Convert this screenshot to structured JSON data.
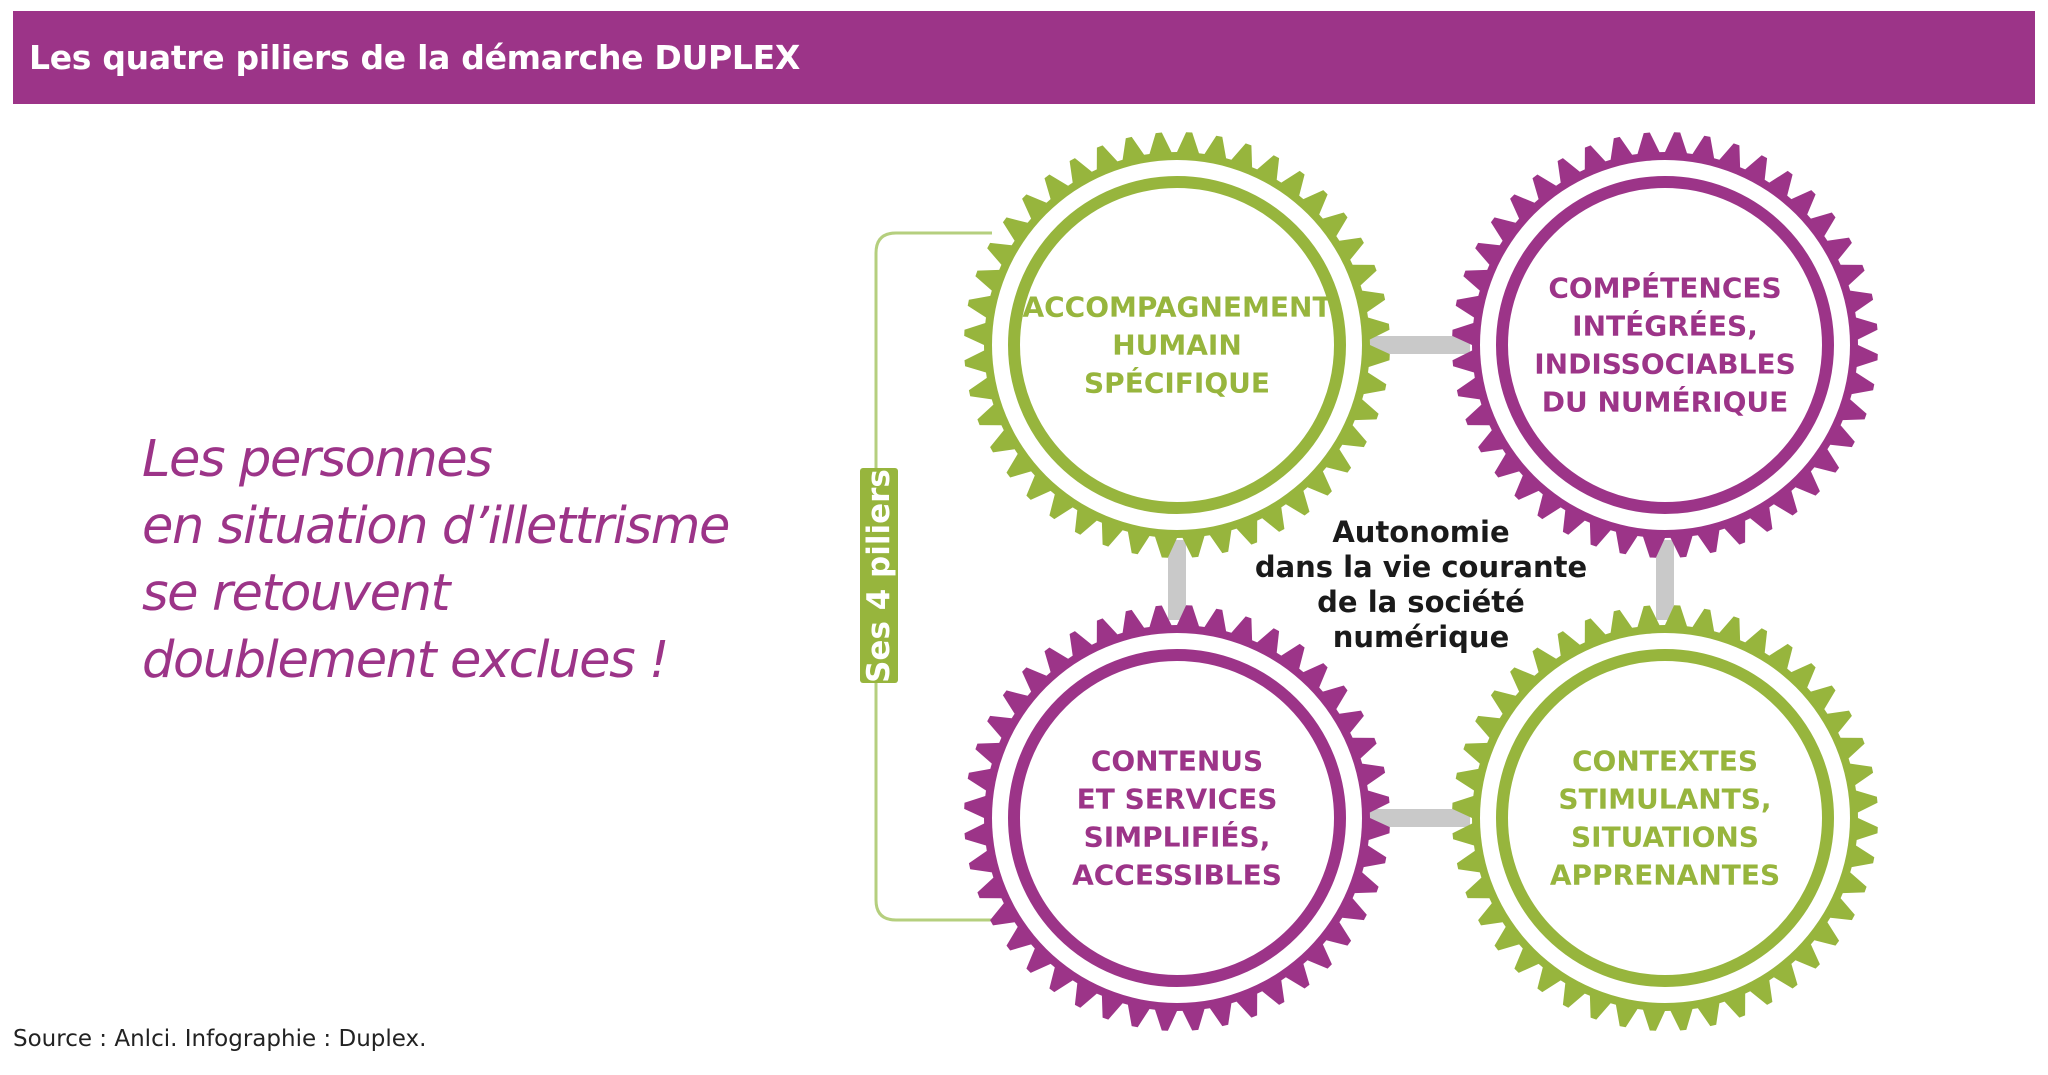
{
  "header": {
    "title": "Les quatre piliers de la démarche DUPLEX"
  },
  "intro": {
    "lines": [
      "Les personnes",
      "en situation d’illettrisme",
      "se retouvent",
      "doublement exclues !"
    ]
  },
  "diagram": {
    "bracket_label": "Ses 4 piliers",
    "center_lines": [
      "Autonomie",
      "dans la vie courante",
      "de la société",
      "numérique"
    ],
    "pillars": [
      {
        "id": "accompagnement",
        "color": "green",
        "lines": [
          "ACCOMPAGNEMENT",
          "HUMAIN",
          "SPÉCIFIQUE"
        ]
      },
      {
        "id": "competences",
        "color": "purple",
        "lines": [
          "COMPÉTENCES",
          "INTÉGRÉES,",
          "INDISSOCIABLES",
          "DU NUMÉRIQUE"
        ]
      },
      {
        "id": "contenus",
        "color": "purple",
        "lines": [
          "CONTENUS",
          "ET SERVICES",
          "SIMPLIFIÉS,",
          "ACCESSIBLES"
        ]
      },
      {
        "id": "contextes",
        "color": "green",
        "lines": [
          "CONTEXTES",
          "STIMULANTS,",
          "SITUATIONS",
          "APPRENANTES"
        ]
      }
    ]
  },
  "colors": {
    "purple": "#9c3488",
    "green": "#97b53d",
    "connector": "#c9c9c9",
    "bracket": "#b5cf7e"
  },
  "footer": {
    "source": "Source : Anlci. Infographie : Duplex."
  }
}
